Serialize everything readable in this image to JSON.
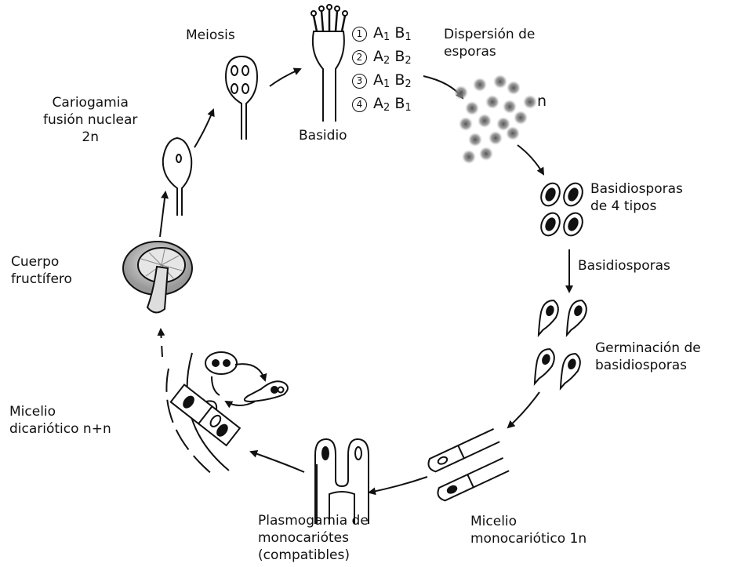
{
  "labels": {
    "meiosis": "Meiosis",
    "basidio": "Basidio",
    "dispersion": [
      "Dispersión de",
      "esporas"
    ],
    "haploid_n": "n",
    "basidiosporas_4": [
      "Basidiosporas",
      "de 4 tipos"
    ],
    "basidiosporas": "Basidiosporas",
    "germinacion": [
      "Germinación de",
      "basidiosporas"
    ],
    "micelio_mono": [
      "Micelio",
      "monocariótico 1n"
    ],
    "plasmogamia": [
      "Plasmogamia de",
      "monocariótes",
      "(compatibles)"
    ],
    "micelio_di": [
      "Micelio",
      "dicariótico n+n"
    ],
    "cuerpo": [
      "Cuerpo",
      "fructífero"
    ],
    "cariogamia": [
      "Cariogamia",
      "fusión nuclear",
      "2n"
    ]
  },
  "genotypes": [
    {
      "num": "1",
      "a": "A",
      "a_sub": "1",
      "b": "B",
      "b_sub": "1"
    },
    {
      "num": "2",
      "a": "A",
      "a_sub": "2",
      "b": "B",
      "b_sub": "2"
    },
    {
      "num": "3",
      "a": "A",
      "a_sub": "1",
      "b": "B",
      "b_sub": "2"
    },
    {
      "num": "4",
      "a": "A",
      "a_sub": "2",
      "b": "B",
      "b_sub": "1"
    }
  ],
  "colors": {
    "ink": "#111111",
    "spore": "#6a6a6a",
    "cap": "#9a9a9a"
  }
}
